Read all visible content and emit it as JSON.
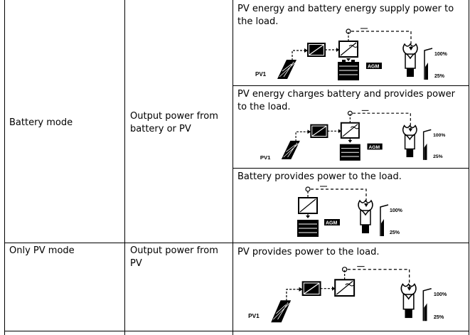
{
  "rows": [
    {
      "mode": "Battery mode",
      "output": "Output power from battery or PV",
      "cases": [
        "PV energy and battery energy supply power to the load.",
        "PV energy charges battery and provides power to the load.",
        "Battery provides power to the load."
      ]
    },
    {
      "mode": "Only PV mode",
      "output": "Output power from PV",
      "cases": [
        "PV provides power to the load."
      ]
    }
  ],
  "diagram": {
    "pv_label": "PV1",
    "battery_type": "AGM",
    "load_max": "100%",
    "load_min": "25%"
  }
}
